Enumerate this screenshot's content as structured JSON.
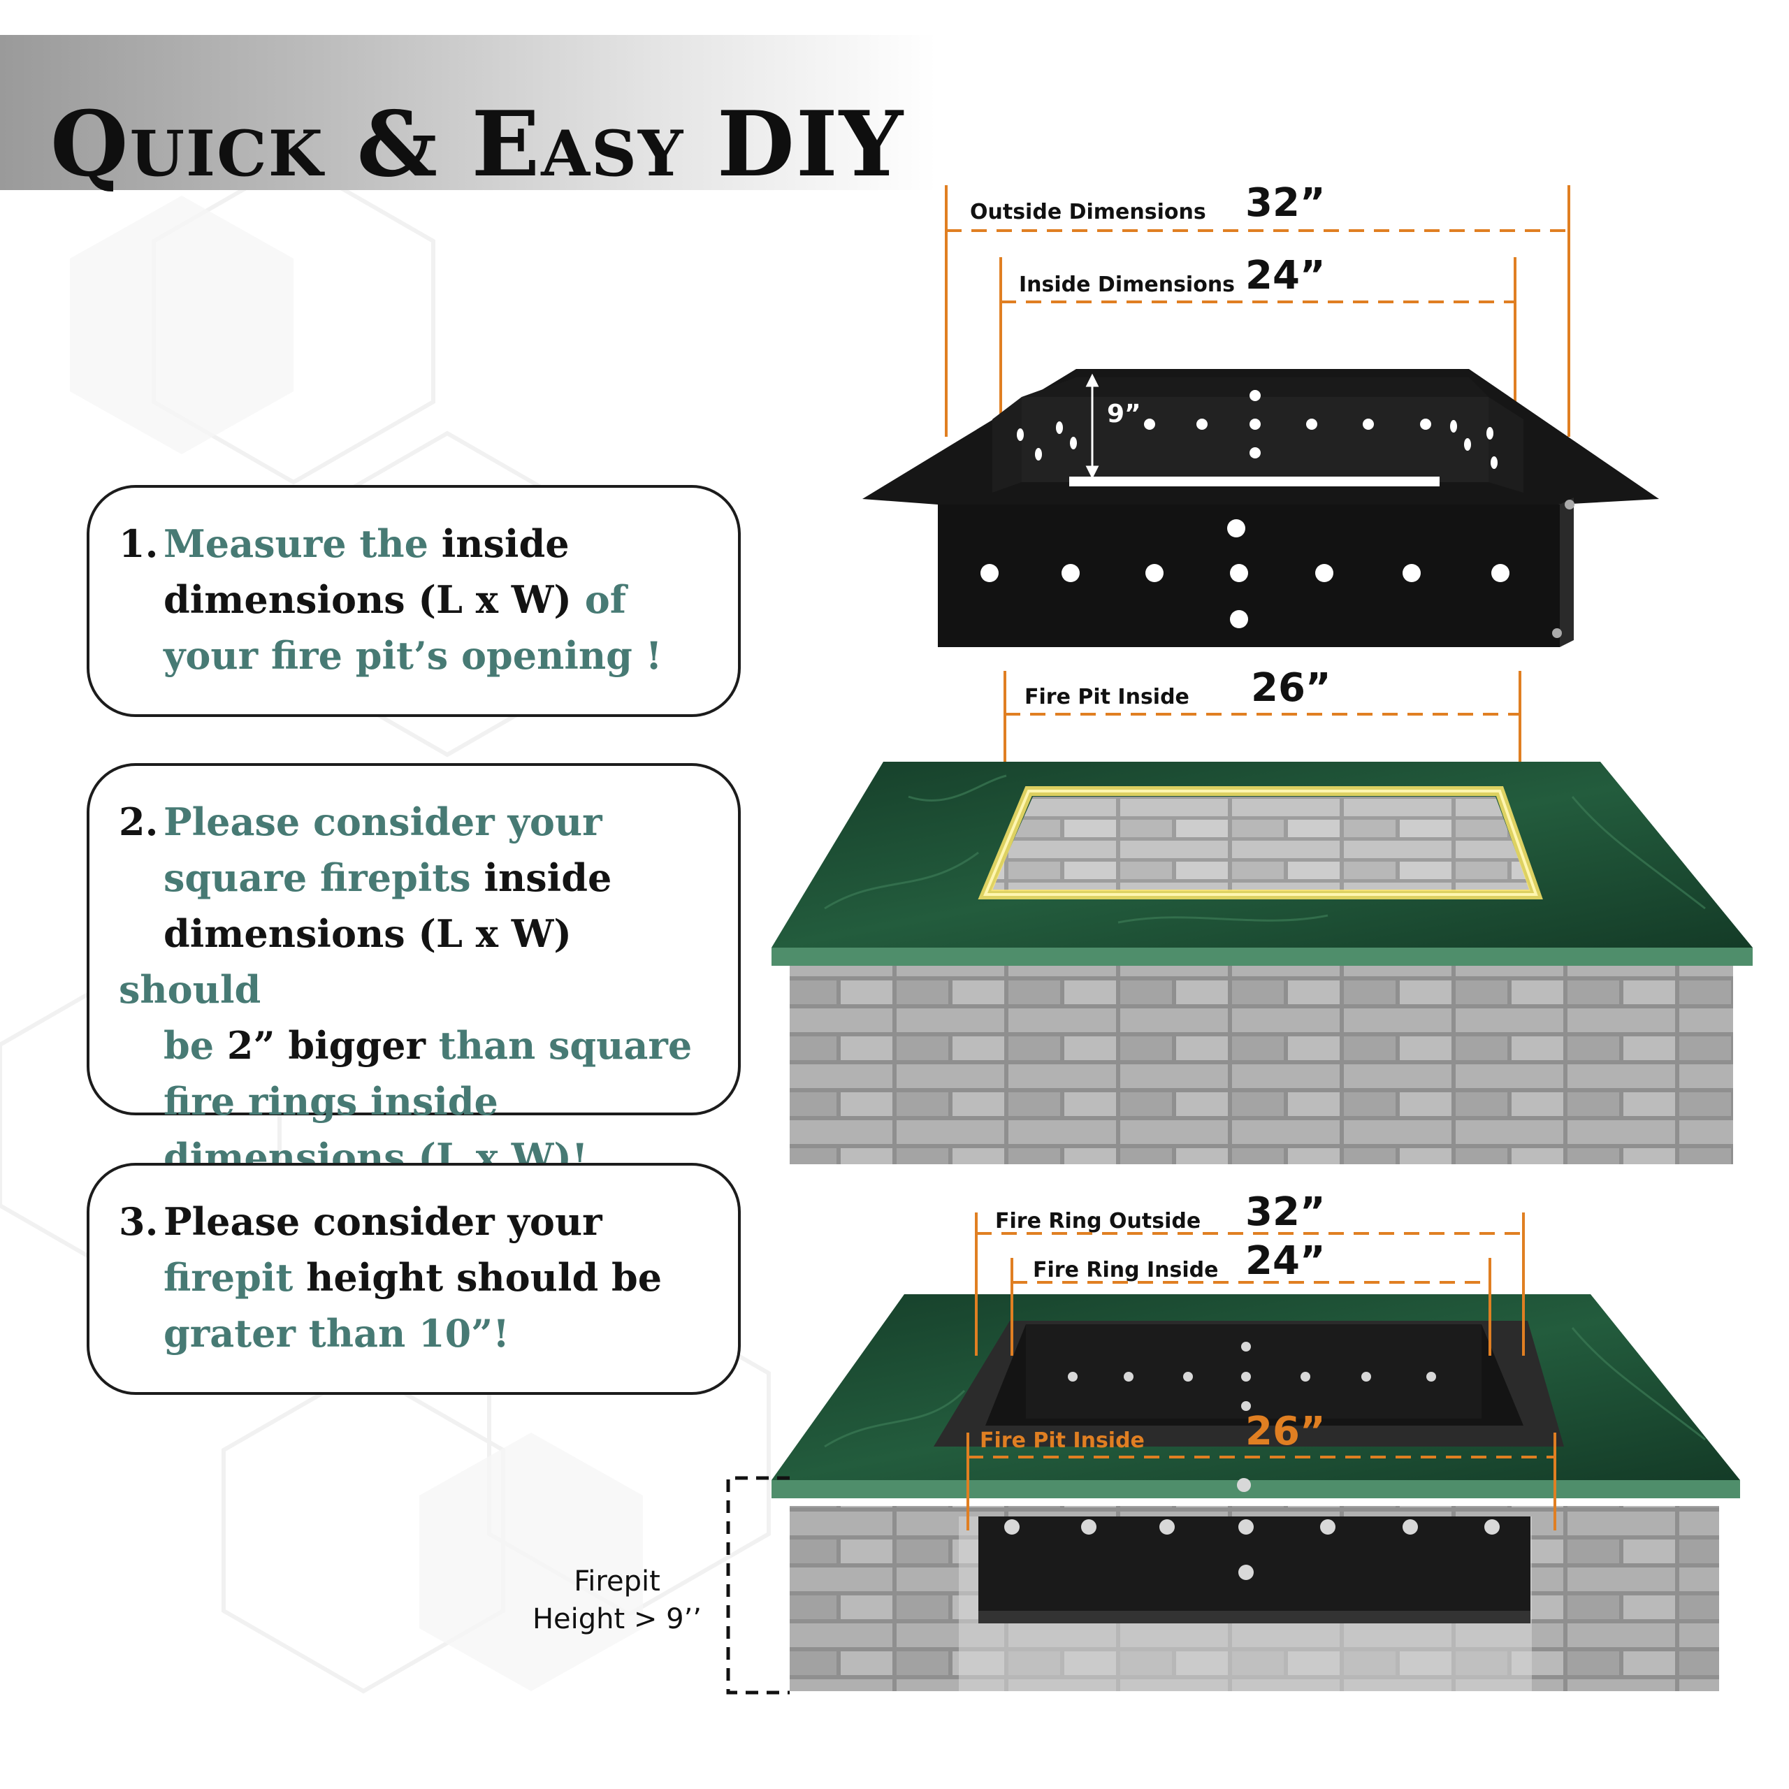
{
  "header": {
    "title": "Quick & Easy DIY"
  },
  "steps": [
    {
      "number": "1.",
      "lines": [
        [
          {
            "t": "Measure the ",
            "c": "teal"
          },
          {
            "t": "inside",
            "c": "dark"
          }
        ],
        [
          {
            "t": "dimensions (L x W) ",
            "c": "dark"
          },
          {
            "t": "of",
            "c": "teal"
          }
        ],
        [
          {
            "t": "your fire pit’s opening !",
            "c": "teal"
          }
        ]
      ]
    },
    {
      "number": "2.",
      "lines": [
        [
          {
            "t": "Please consider your",
            "c": "teal"
          }
        ],
        [
          {
            "t": "square firepits ",
            "c": "teal"
          },
          {
            "t": "inside",
            "c": "dark"
          }
        ],
        [
          {
            "t": "dimensions (L x W) ",
            "c": "dark"
          },
          {
            "t": "should",
            "c": "teal"
          }
        ],
        [
          {
            "t": "be ",
            "c": "teal"
          },
          {
            "t": "2” bigger ",
            "c": "dark"
          },
          {
            "t": "than square",
            "c": "teal"
          }
        ],
        [
          {
            "t": "fire rings inside",
            "c": "teal"
          }
        ],
        [
          {
            "t": "dimensions (L x W)!",
            "c": "teal"
          }
        ]
      ]
    },
    {
      "number": "3.",
      "lines": [
        [
          {
            "t": "Please consider your",
            "c": "dark"
          }
        ],
        [
          {
            "t": "firepit ",
            "c": "teal"
          },
          {
            "t": "height should be",
            "c": "dark"
          }
        ],
        [
          {
            "t": "grater than 10”!",
            "c": "teal"
          }
        ]
      ]
    }
  ],
  "ring_dimensions": {
    "outside_label": "Outside Dimensions",
    "outside_value": "32”",
    "inside_label": "Inside Dimensions",
    "inside_value": "24”",
    "height_value": "9”"
  },
  "pit_dimensions": {
    "inside_label": "Fire Pit Inside",
    "inside_value": "26”"
  },
  "installed_dimensions": {
    "ring_outside_label": "Fire Ring Outside",
    "ring_outside_value": "32”",
    "ring_inside_label": "Fire Ring Inside",
    "ring_inside_value": "24”",
    "pit_inside_label": "Fire Pit Inside",
    "pit_inside_value": "26”",
    "height_label_line1": "Firepit",
    "height_label_line2": "Height > 9’’"
  },
  "colors": {
    "teal_text": "#477a74",
    "dimension_orange": "#e07f22",
    "marble_green": "#1f5a3a",
    "steel_black": "#141414",
    "brick_gray": "#a9a9a9"
  }
}
